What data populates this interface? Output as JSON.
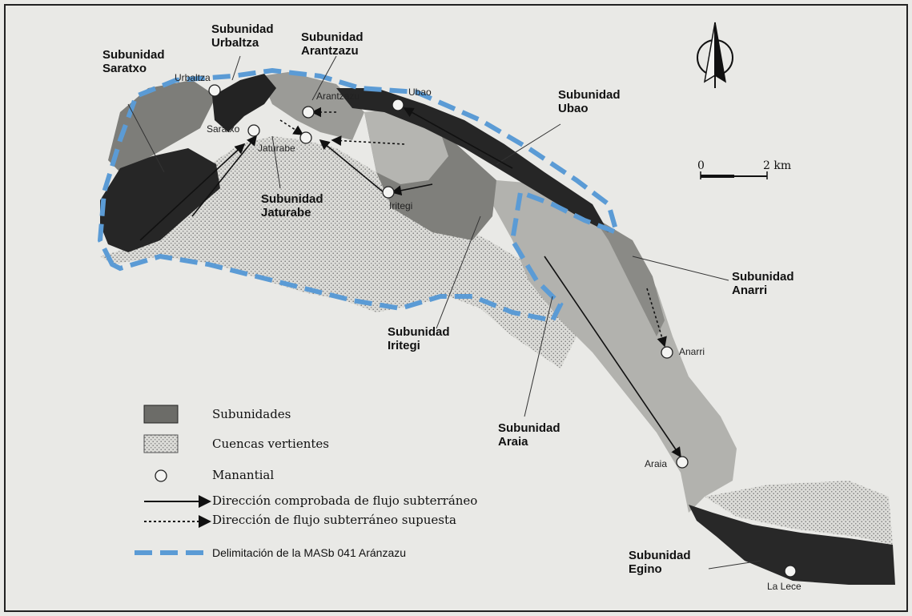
{
  "subunits": {
    "saratxo": "Subunidad\nSaratxo",
    "urbaltza": "Subunidad\nUrbaltza",
    "arantzazu": "Subunidad\nArantzazu",
    "ubao": "Subunidad\nUbao",
    "jaturabe": "Subunidad\nJaturabe",
    "anarri": "Subunidad\nAnarri",
    "iritegi": "Subunidad\nIritegi",
    "araia": "Subunidad\nAraia",
    "egino": "Subunidad\nEgino"
  },
  "springs": {
    "urbaltza": "Urbaltza",
    "arantzazu": "Arantzazu",
    "ubao": "Ubao",
    "saratxo": "Saratxo",
    "jaturabe": "Jaturabe",
    "iritegi": "Iritegi",
    "anarri": "Anarri",
    "araia": "Araia",
    "la_lece": "La Lece"
  },
  "scale": {
    "start": "0",
    "end": "2 km"
  },
  "legend": {
    "subunidades": "Subunidades",
    "cuencas": "Cuencas vertientes",
    "manantial": "Manantial",
    "flujo_comprobado": "Dirección comprobada de flujo subterráneo",
    "flujo_supuesto": "Dirección de flujo subterráneo supuesta",
    "delimitacion": "Delimitación de la MASb 041 Aránzazu"
  },
  "colors": {
    "paper": "#e9e9e6",
    "subunit_dark": "#2a2a2a",
    "subunit_mid": "#7b7b7b",
    "subunit_light": "#aaaaaa",
    "catchment": "#d6d6d2",
    "boundary": "#5b9bd5"
  },
  "icons": {
    "north_arrow": "north-arrow-icon",
    "spring": "circle-icon"
  }
}
